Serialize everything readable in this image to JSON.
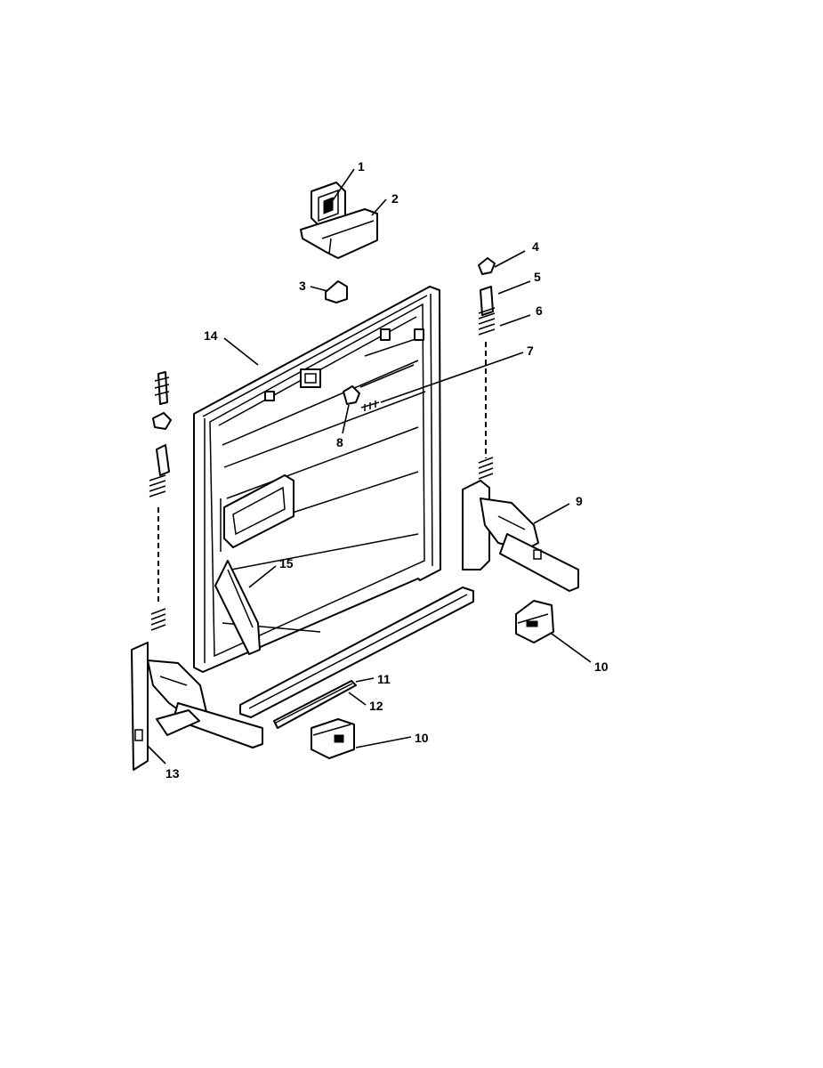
{
  "diagram": {
    "callouts": [
      {
        "id": "p1",
        "label": "1"
      },
      {
        "id": "p2",
        "label": "2"
      },
      {
        "id": "p3",
        "label": "3"
      },
      {
        "id": "p4",
        "label": "4"
      },
      {
        "id": "p5",
        "label": "5"
      },
      {
        "id": "p6",
        "label": "6"
      },
      {
        "id": "p7",
        "label": "7"
      },
      {
        "id": "p8",
        "label": "8"
      },
      {
        "id": "p9",
        "label": "9"
      },
      {
        "id": "p10a",
        "label": "10"
      },
      {
        "id": "p10b",
        "label": "10"
      },
      {
        "id": "p11",
        "label": "11"
      },
      {
        "id": "p12",
        "label": "12"
      },
      {
        "id": "p13",
        "label": "13"
      },
      {
        "id": "p14",
        "label": "14"
      },
      {
        "id": "p15",
        "label": "15"
      }
    ]
  }
}
